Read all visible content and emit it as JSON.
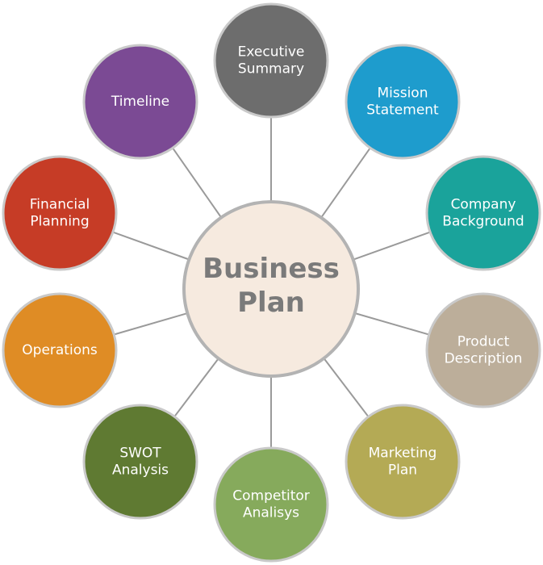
{
  "hub": {
    "lines": [
      "Business",
      "Plan"
    ],
    "fill": "#f6eadf",
    "text_color": "#7a7a7a"
  },
  "nodes": [
    {
      "id": "executive-summary",
      "lines": [
        "Executive",
        "Summary"
      ],
      "color": "#6d6d6d"
    },
    {
      "id": "mission-statement",
      "lines": [
        "Mission",
        "Statement"
      ],
      "color": "#1e9ccd"
    },
    {
      "id": "company-background",
      "lines": [
        "Company",
        "Background"
      ],
      "color": "#1aa39b"
    },
    {
      "id": "product-description",
      "lines": [
        "Product",
        "Description"
      ],
      "color": "#bcae9a"
    },
    {
      "id": "marketing-plan",
      "lines": [
        "Marketing",
        "Plan"
      ],
      "color": "#b4aa55"
    },
    {
      "id": "competitor-analisys",
      "lines": [
        "Competitor",
        "Analisys"
      ],
      "color": "#86aa5c"
    },
    {
      "id": "swot-analysis",
      "lines": [
        "SWOT",
        "Analysis"
      ],
      "color": "#5f7a32"
    },
    {
      "id": "operations",
      "lines": [
        "Operations"
      ],
      "color": "#df8c25"
    },
    {
      "id": "financial-planning",
      "lines": [
        "Financial",
        "Planning"
      ],
      "color": "#c63c26"
    },
    {
      "id": "timeline",
      "lines": [
        "Timeline"
      ],
      "color": "#7b4a94"
    }
  ]
}
